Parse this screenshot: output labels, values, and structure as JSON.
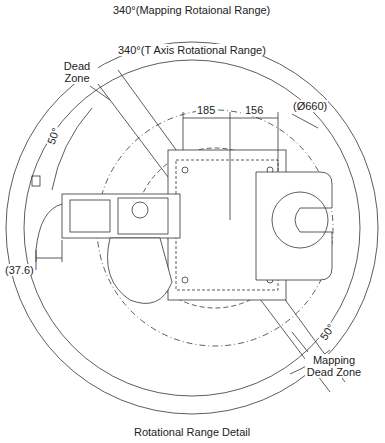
{
  "diagram": {
    "caption": "Rotational Range Detail",
    "labels": [
      "340°(Mapping Rotaional Range)",
      "340°(T Axis Rotational Range)",
      "Dead Zone",
      "185",
      "156",
      "(Ø660)",
      "50°",
      "(37.6)",
      "50°",
      "Mapping Dead Zone"
    ]
  }
}
